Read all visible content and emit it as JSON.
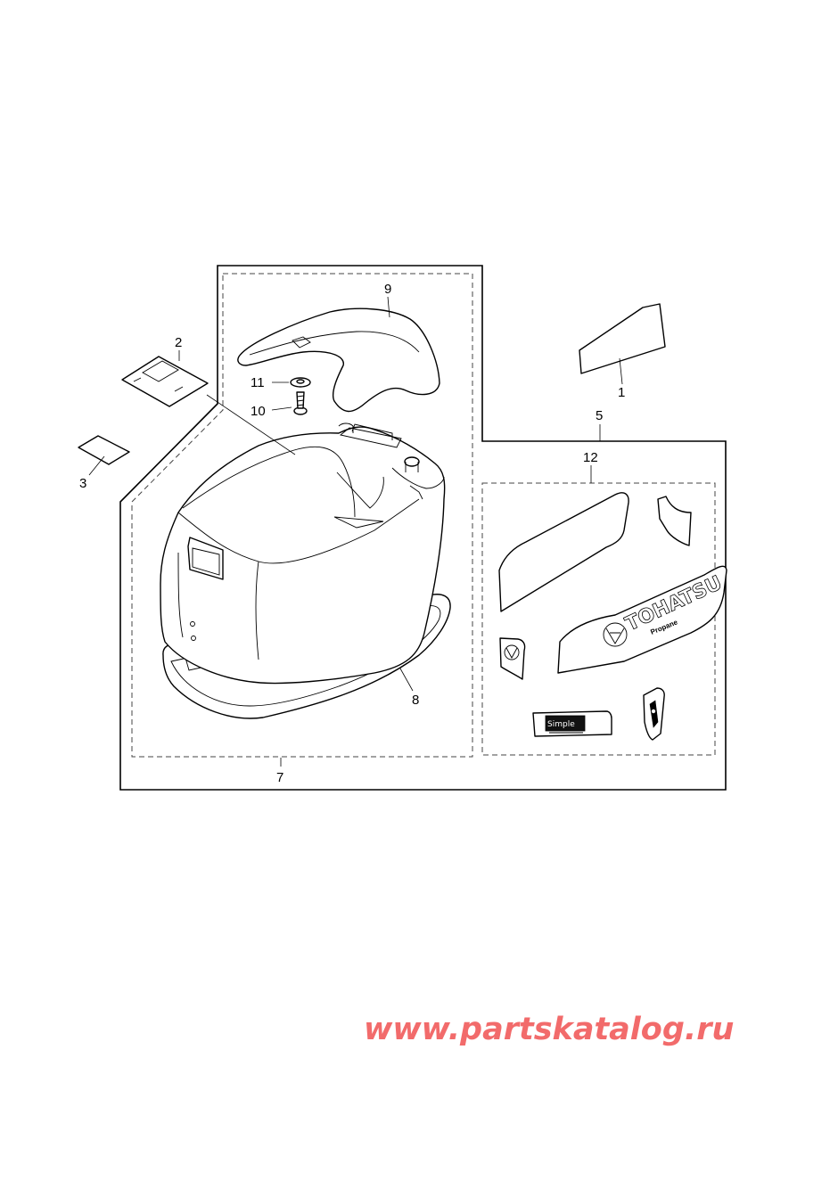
{
  "callouts": {
    "c1": "1",
    "c2": "2",
    "c3": "3",
    "c5": "5",
    "c7": "7",
    "c8": "8",
    "c9": "9",
    "c10": "10",
    "c11": "11",
    "c12": "12"
  },
  "decals": {
    "brand": "TOHATSU",
    "model": "Propane",
    "badge": "Simple"
  },
  "watermark": "www.partskatalog.ru"
}
